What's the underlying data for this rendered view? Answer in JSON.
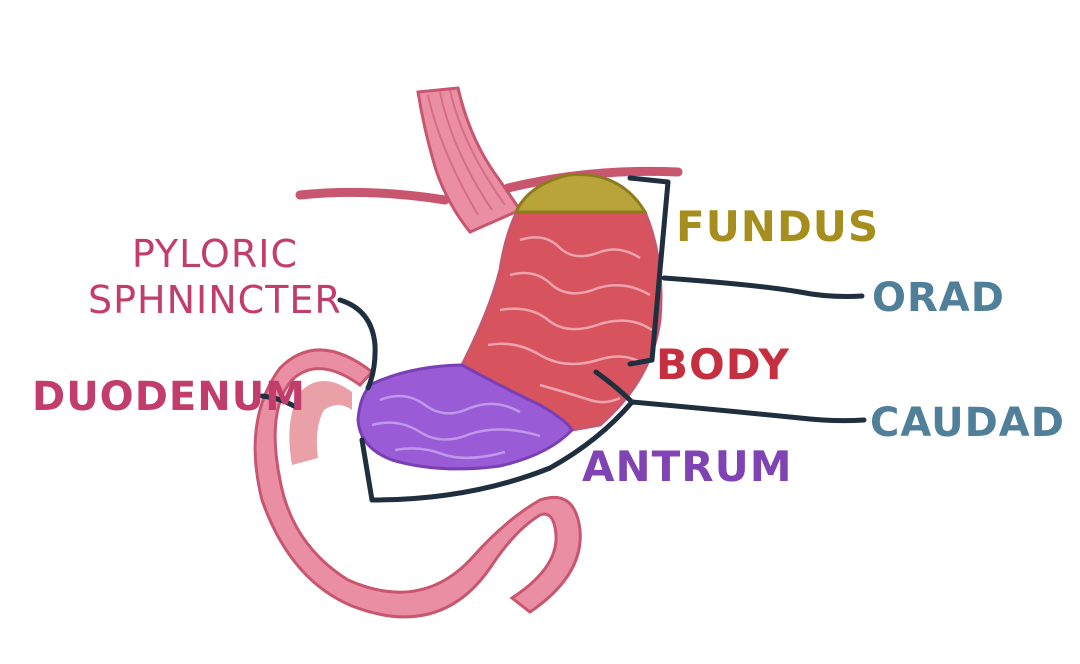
{
  "labels": {
    "fundus": "FUNDUS",
    "orad": "ORAD",
    "body": "BODY",
    "caudad": "CAUDAD",
    "antrum": "ANTRUM",
    "duodenum": "DUODENUM",
    "pyloric_line1": "PYLORIC",
    "pyloric_line2": "SPHNINCTER"
  },
  "colors": {
    "fundus": "#a58e1e",
    "orad": "#4f7f99",
    "body": "#c52f3f",
    "caudad": "#4f7f99",
    "antrum": "#8043b3",
    "duodenum": "#c23d6b",
    "pyloric": "#c23d6b",
    "leader_line": "#1f2f3f",
    "tissue_pink": "#ea8fa3",
    "tissue_edge": "#c9566f",
    "body_region": "#d7545f",
    "fundus_region": "#b9a43a",
    "antrum_region": "#9a5bd6"
  }
}
